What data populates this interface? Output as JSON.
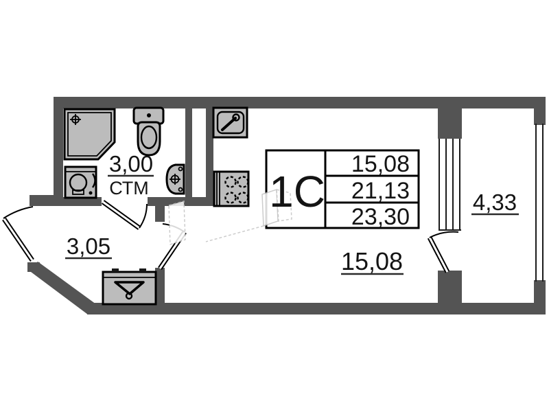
{
  "unit": {
    "type_label": "1С",
    "table_values": [
      "15,08",
      "21,13",
      "23,30"
    ]
  },
  "rooms": [
    {
      "name": "bathroom",
      "area": "3,00",
      "label": "СТМ"
    },
    {
      "name": "hallway",
      "area": "3,05"
    },
    {
      "name": "living-room",
      "area": "15,08"
    },
    {
      "name": "balcony",
      "area": "4,33"
    }
  ],
  "icons": [
    "shower-icon",
    "washing-machine-icon",
    "toilet-icon",
    "bathroom-sink-icon",
    "kitchen-sink-icon",
    "stove-icon",
    "wardrobe-icon",
    "door-swing-icon",
    "balcony-glazing-icon",
    "window-icon"
  ],
  "colors": {
    "wall": "#545454",
    "fixture_fill": "#bcbcbc",
    "outline": "#000000",
    "text": "#141414",
    "watermark": "#c4c4c4",
    "background": "#ffffff"
  }
}
